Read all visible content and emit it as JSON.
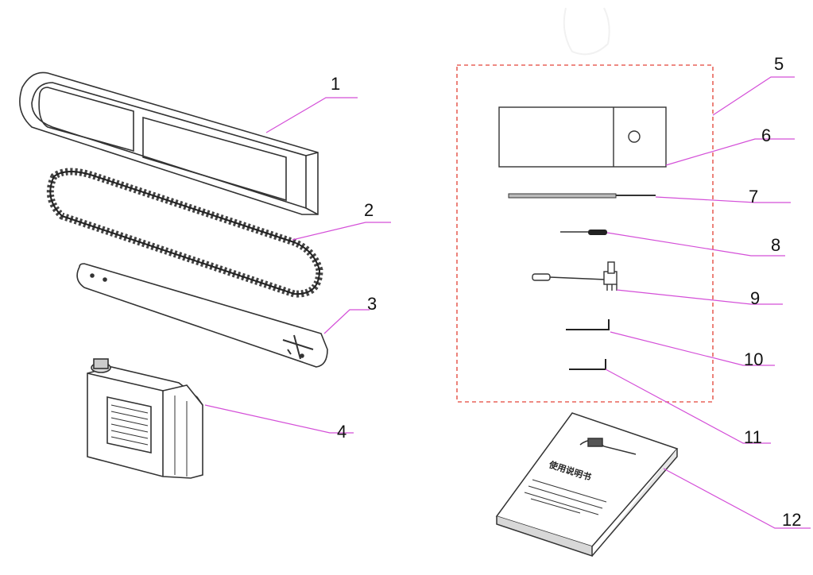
{
  "callouts": {
    "c1": "1",
    "c2": "2",
    "c3": "3",
    "c4": "4",
    "c5": "5",
    "c6": "6",
    "c7": "7",
    "c8": "8",
    "c9": "9",
    "c10": "10",
    "c11": "11",
    "c12": "12"
  },
  "manual": {
    "title_glyphs": "使用说明书"
  },
  "colors": {
    "leader": "#d44fd8",
    "group_box": "#e8645a",
    "outline": "#333333"
  },
  "icons": {
    "part1": "chain-cover-icon",
    "part2": "saw-chain-icon",
    "part3": "guide-bar-icon",
    "part4": "oil-can-icon",
    "part6": "tool-bag-icon",
    "part7": "round-file-icon",
    "part8": "screwdriver-icon",
    "part9": "spark-plug-wrench-icon",
    "part10": "hex-key-icon",
    "part11": "hex-key-icon",
    "part12": "manual-book-icon"
  }
}
